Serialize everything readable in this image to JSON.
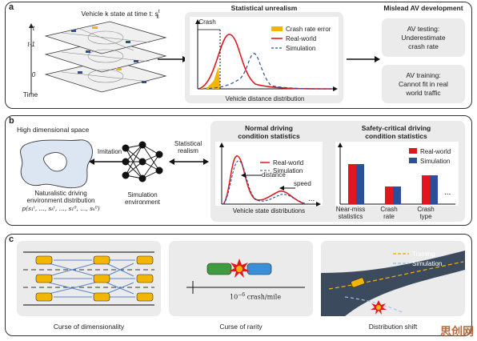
{
  "panel_a": {
    "label": "a",
    "vehicle_state": "Vehicle k state at time t: s",
    "vehicle_state_sup": "t",
    "vehicle_state_sub": "k",
    "time_label": "Time",
    "time_ticks": [
      "t",
      "t-1",
      "0"
    ],
    "section_title": "Statistical unrealism",
    "crash_label": "Crash",
    "legend": [
      "Crash rate error",
      "Real-world",
      "Simulation"
    ],
    "xlabel": "Vehicle distance distribution",
    "right_title": "Mislead AV development",
    "box1": [
      "AV testing:",
      "Underestimate",
      "crash rate"
    ],
    "box2": [
      "AV training:",
      "Cannot fit in real",
      "world traffic"
    ]
  },
  "panel_b": {
    "label": "b",
    "hd_space": "High dimensional space",
    "imitation": "Imitation",
    "nat_dist": [
      "Naturalistic driving",
      "environment distribution"
    ],
    "formula": "p(s₁ᵗ, ..., sₖᵗ, ..., s₁⁰, ..., sₖ⁰)",
    "stat_realism": [
      "Statistical",
      "realism"
    ],
    "sim_env": [
      "Simulation",
      "environment"
    ],
    "normal_title": [
      "Normal driving",
      "condition statistics"
    ],
    "safety_title": [
      "Safety-critical driving",
      "condition statistics"
    ],
    "legend": [
      "Real-world",
      "Simulation"
    ],
    "distance": "distance",
    "speed": "speed",
    "dots": "...",
    "xlabel": "Vehicle state distributions",
    "bar_labels": [
      [
        "Near-miss",
        "statistics"
      ],
      [
        "Crash",
        "rate"
      ],
      [
        "Crash",
        "type"
      ]
    ]
  },
  "panel_c": {
    "label": "c",
    "curse1": "Curse of dimensionality",
    "curse2": "Curse of rarity",
    "curse3": "Distribution shift",
    "rate": "10",
    "rate_exp": "−6",
    "rate_unit": " crash/mile",
    "legend": [
      "Training",
      "Simulation"
    ]
  },
  "watermark": "思创网",
  "colors": {
    "real": "#e4161d",
    "sim": "#2a4f9b",
    "crash": "#f2b500",
    "box": "#ebebeb"
  }
}
